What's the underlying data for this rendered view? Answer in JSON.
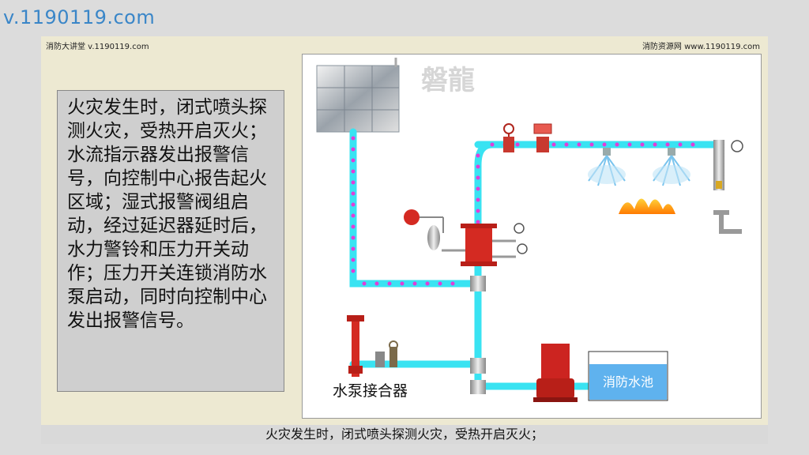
{
  "watermark": "v.1190119.com",
  "header": {
    "left": "消防大讲堂 v.1190119.com",
    "right": "消防资源网 www.1190119.com"
  },
  "description": "火灾发生时，闭式喷头探测火灾，受热开启灭火；水流指示器发出报警信号，向控制中心报告起火区域；湿式报警阀组启动，经过延迟器延时后，水力警铃和压力开关动作；压力开关连锁消防水泵启动，同时向控制中心发出报警信号。",
  "diagram": {
    "logo": "磐龍",
    "pump_connector_label": "水泵接合器",
    "pool_label": "消防水池",
    "colors": {
      "pipe": "#39e3f2",
      "flow_dot": "#e23cd8",
      "valve": "#d42a22",
      "pool_water": "#5fb2ee"
    }
  },
  "caption": "火灾发生时，闭式喷头探测火灾，受热开启灭火；"
}
